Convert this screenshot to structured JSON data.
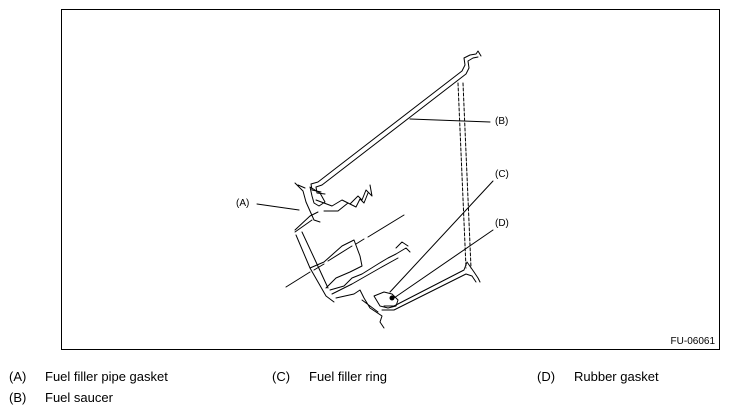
{
  "callouts": {
    "a": "(A)",
    "b": "(B)",
    "c": "(C)",
    "d": "(D)"
  },
  "figure_id": "FU-06061",
  "legend": [
    {
      "code": "(A)",
      "text": "Fuel filler pipe gasket"
    },
    {
      "code": "(C)",
      "text": "Fuel filler ring"
    },
    {
      "code": "(D)",
      "text": "Rubber gasket"
    },
    {
      "code": "(B)",
      "text": "Fuel saucer"
    }
  ]
}
